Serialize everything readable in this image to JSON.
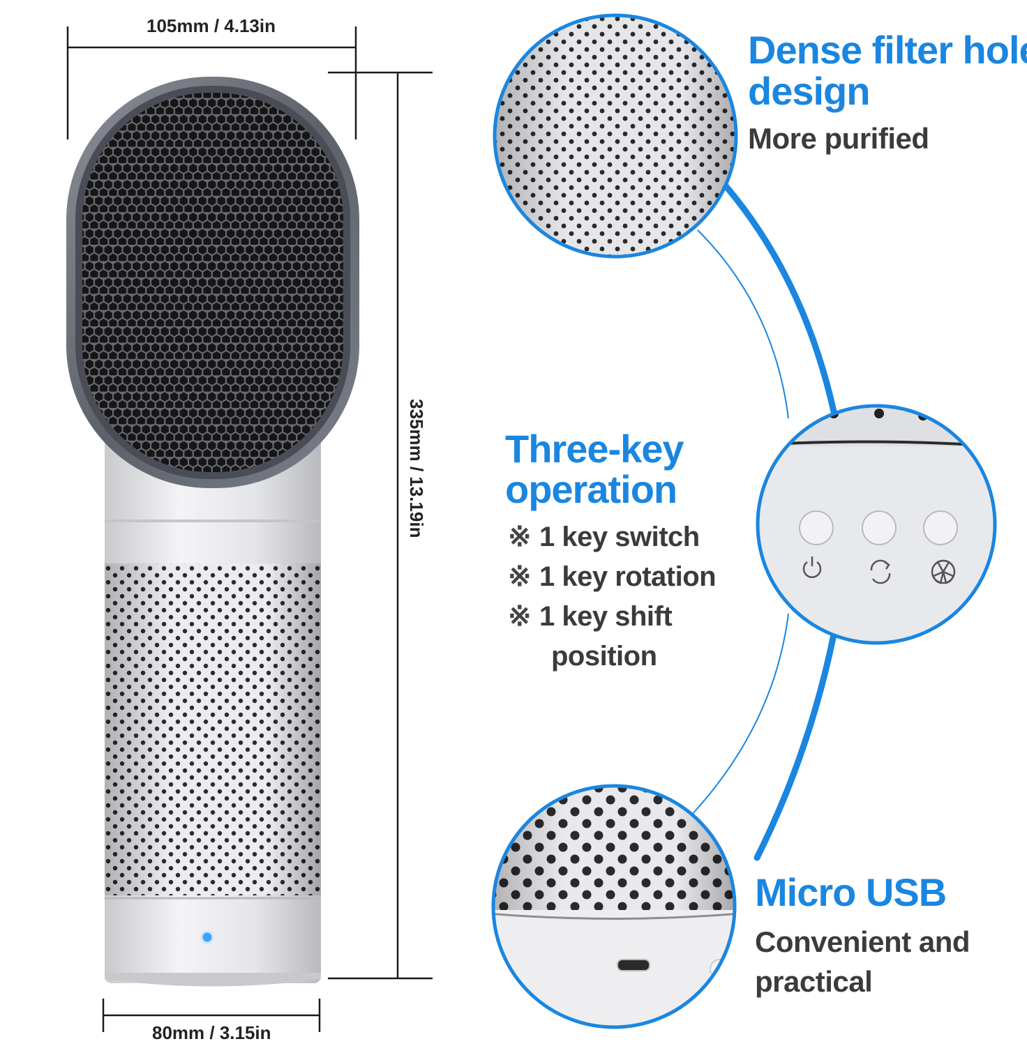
{
  "dimensions": {
    "top_width": "105mm / 4.13in",
    "height": "335mm / 13.19in",
    "bottom_width": "80mm / 3.15in"
  },
  "features": {
    "filter": {
      "title_line1": "Dense filter hole",
      "title_line2": "design",
      "subtitle": "More purified"
    },
    "keys": {
      "title_line1": "Three-key",
      "title_line2": "operation",
      "bullet_mark": "※",
      "bullets": [
        "1 key switch",
        "1 key rotation",
        "1 key shift"
      ],
      "bullet_continuation": "position"
    },
    "usb": {
      "title": "Micro USB",
      "subtitle_line1": "Convenient and",
      "subtitle_line2": "practical"
    }
  },
  "icons": [
    "power-icon",
    "rotation-icon",
    "fan-icon",
    "led-indicator",
    "usb-port-icon"
  ],
  "colors": {
    "accent": "#1a86e0",
    "text": "#3b3b3b",
    "device_body": "#e8e9ec",
    "grille": "#1c1c1f",
    "bezel": "#6b6f78"
  }
}
